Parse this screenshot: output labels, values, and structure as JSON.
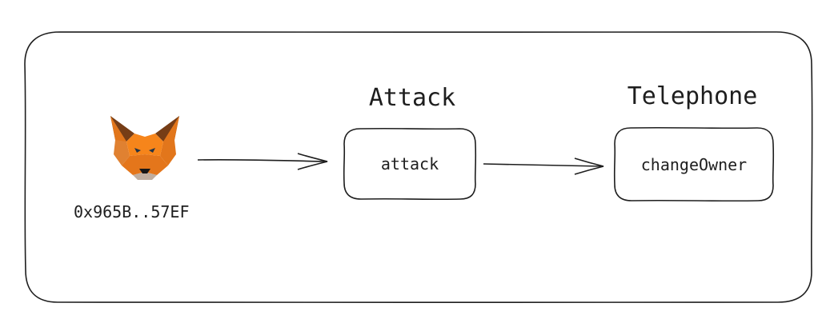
{
  "wallet": {
    "icon": "metamask-fox-icon",
    "address": "0x965B..57EF"
  },
  "attack_contract": {
    "title": "Attack",
    "function_label": "attack"
  },
  "telephone_contract": {
    "title": "Telephone",
    "function_label": "changeOwner"
  },
  "colors": {
    "stroke": "#1e1e1e",
    "fox_orange": "#E8821E",
    "fox_dark": "#763D16",
    "fox_light": "#F6851B"
  }
}
